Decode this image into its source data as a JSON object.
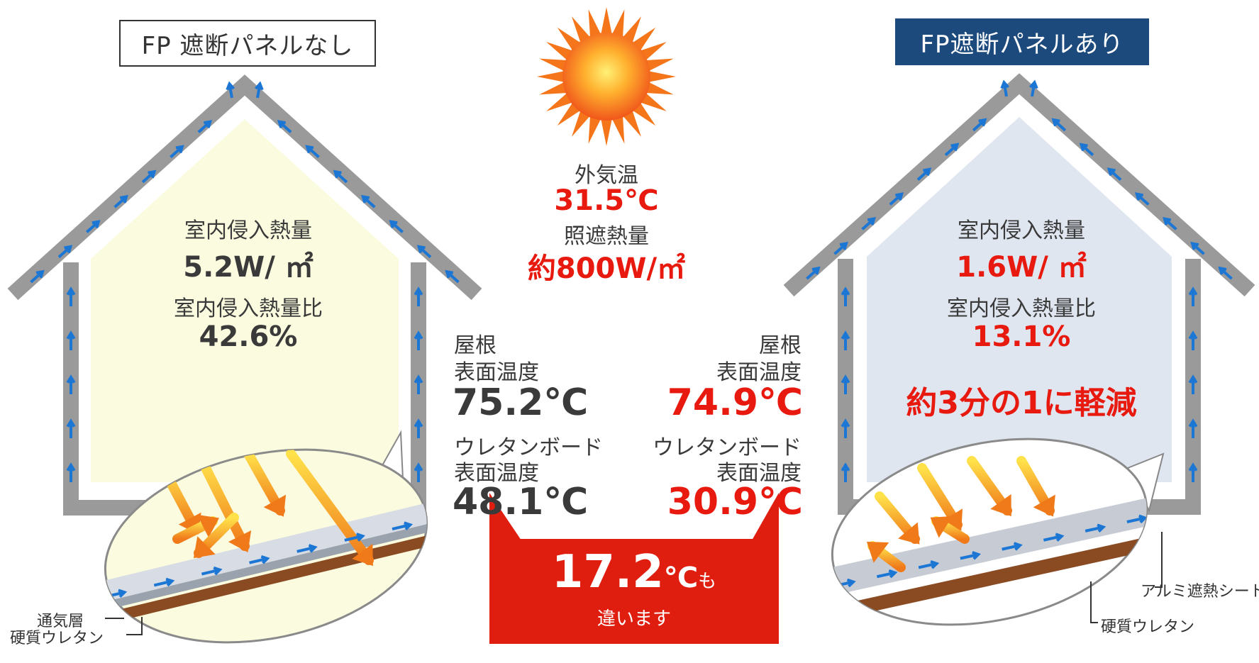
{
  "left_panel": {
    "label": "FP 遮断パネルなし",
    "heat_label": "室内侵入熱量",
    "heat_value": "5.2W/ ㎡",
    "ratio_label": "室内侵入熱量比",
    "ratio_value": "42.6%",
    "legend_airlayer": "通気層",
    "legend_urethane": "硬質ウレタン"
  },
  "right_panel": {
    "label": "FP遮断パネルあり",
    "heat_label": "室内侵入熱量",
    "heat_value": "1.6W/ ㎡",
    "ratio_label": "室内侵入熱量比",
    "ratio_value": "13.1%",
    "reduction": "約3分の1に軽減",
    "legend_foil": "アルミ遮熱シート",
    "legend_urethane": "硬質ウレタン"
  },
  "sun": {
    "outside_temp_label": "外気温",
    "outside_temp_value": "31.5℃",
    "irradiance_label": "照遮熱量",
    "irradiance_value": "約800W/㎡"
  },
  "center_left": {
    "roof_temp_label_1": "屋根",
    "roof_temp_label_2": "表面温度",
    "roof_temp_value": "75.2℃",
    "board_temp_label_1": "ウレタンボード",
    "board_temp_label_2": "表面温度",
    "board_temp_value": "48.1℃"
  },
  "center_right": {
    "roof_temp_label_1": "屋根",
    "roof_temp_label_2": "表面温度",
    "roof_temp_value": "74.9℃",
    "board_temp_label_1": "ウレタンボード",
    "board_temp_label_2": "表面温度",
    "board_temp_value": "30.9℃"
  },
  "difference": {
    "value": "17.2",
    "unit": "℃",
    "suffix": "も",
    "caption": "違います"
  },
  "colors": {
    "red": "#e8190f",
    "navy": "#1c4a7d",
    "wall": "#9a9a9a",
    "left_interior": "#fbfbdf",
    "right_interior": "#dfe6f0",
    "arrow_blue": "#1c76d4",
    "sun_orange": "#f5761a"
  }
}
